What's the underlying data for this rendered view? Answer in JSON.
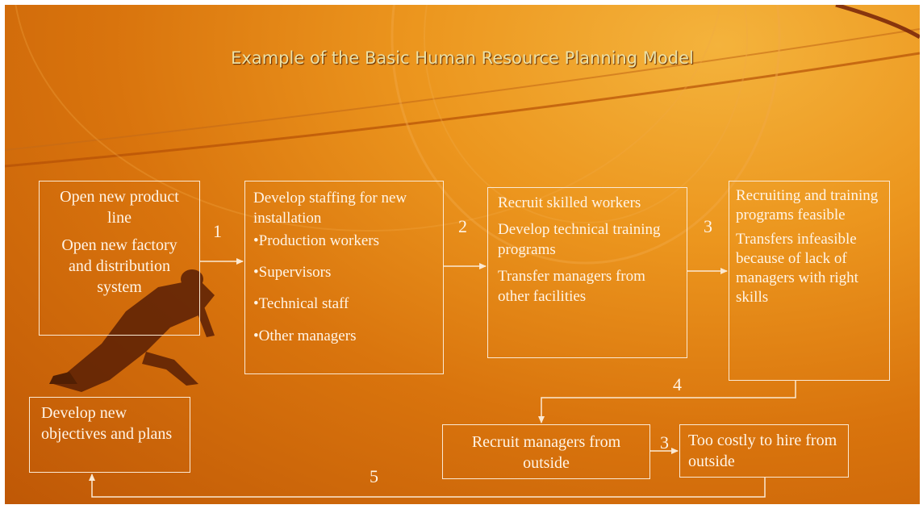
{
  "title": "Example of the Basic Human Resource Planning Model",
  "boxes": {
    "b1": {
      "lines": [
        "Open new product line",
        "Open new factory and distribution system"
      ]
    },
    "b2": {
      "lines": [
        "Develop staffing for new installation",
        "•Production workers",
        "•Supervisors",
        "•Technical staff",
        "•Other managers"
      ]
    },
    "b3": {
      "lines": [
        "Recruit skilled workers",
        "Develop technical training programs",
        "Transfer managers from other facilities"
      ]
    },
    "b4": {
      "lines": [
        "Recruiting and training programs feasible",
        "Transfers infeasible because of lack of managers with right skills"
      ]
    },
    "b5": {
      "lines": [
        "Recruit managers from outside"
      ]
    },
    "b6": {
      "lines": [
        "Too costly to hire from outside"
      ]
    },
    "b7": {
      "lines": [
        "Develop new objectives and plans"
      ]
    }
  },
  "step_numbers": [
    "1",
    "2",
    "3",
    "4",
    "3",
    "5"
  ],
  "colors": {
    "background": "#e58a1a",
    "box_border": "#fbe9d3",
    "title": "#ece1a6"
  }
}
